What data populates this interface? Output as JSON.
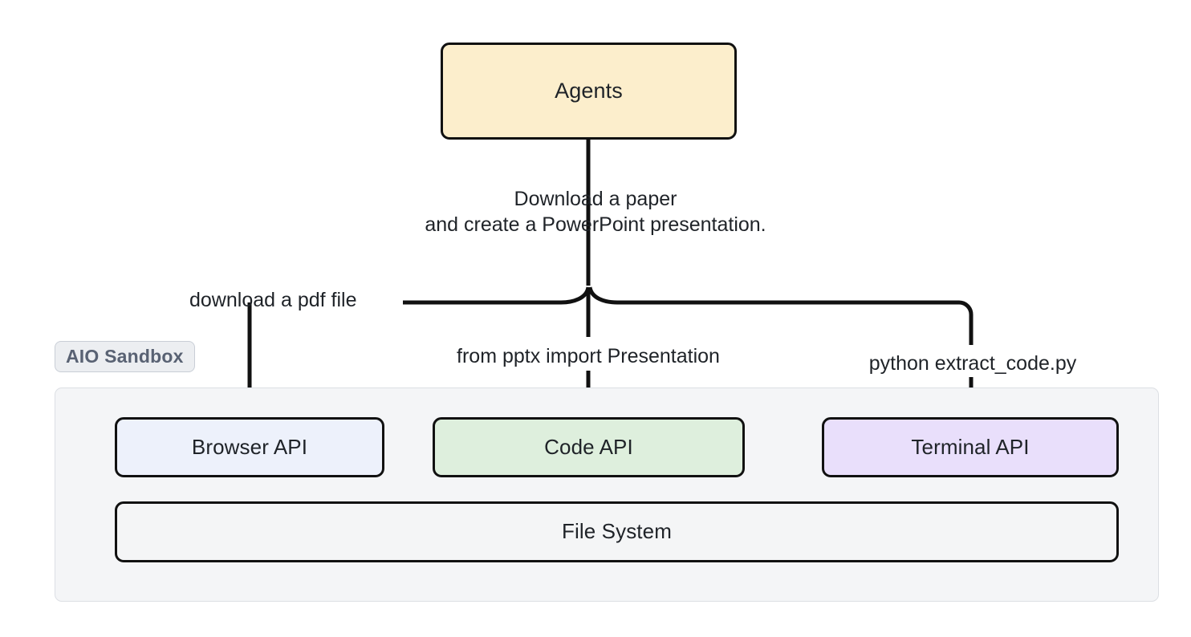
{
  "diagram": {
    "title_node": {
      "label": "Agents"
    },
    "task_label": "Download a paper\nand create a PowerPoint presentation.",
    "edges": [
      {
        "name": "download-pdf",
        "label": "download a pdf file",
        "target": "Browser API"
      },
      {
        "name": "pptx-import",
        "label": "from pptx import Presentation",
        "target": "Code API"
      },
      {
        "name": "extract-code",
        "label": "python extract_code.py",
        "target": "Terminal API"
      }
    ],
    "sandbox": {
      "badge": "AIO Sandbox",
      "apis": [
        {
          "name": "browser-api",
          "label": "Browser API",
          "color": "#edf1fb"
        },
        {
          "name": "code-api",
          "label": "Code API",
          "color": "#deefdd"
        },
        {
          "name": "terminal-api",
          "label": "Terminal API",
          "color": "#e9dffb"
        }
      ],
      "filesystem": {
        "label": "File System",
        "color": "#f4f5f6"
      }
    },
    "colors": {
      "agents_fill": "#fceecc",
      "browser_fill": "#edf1fb",
      "code_fill": "#deefdd",
      "terminal_fill": "#e9dffb",
      "filesystem_fill": "#f4f5f6",
      "container_fill": "#f4f5f7",
      "container_border": "#dcdfe4",
      "badge_fill": "#eceef1",
      "badge_text": "#596273",
      "stroke": "#111111",
      "text": "#1f2328"
    }
  }
}
